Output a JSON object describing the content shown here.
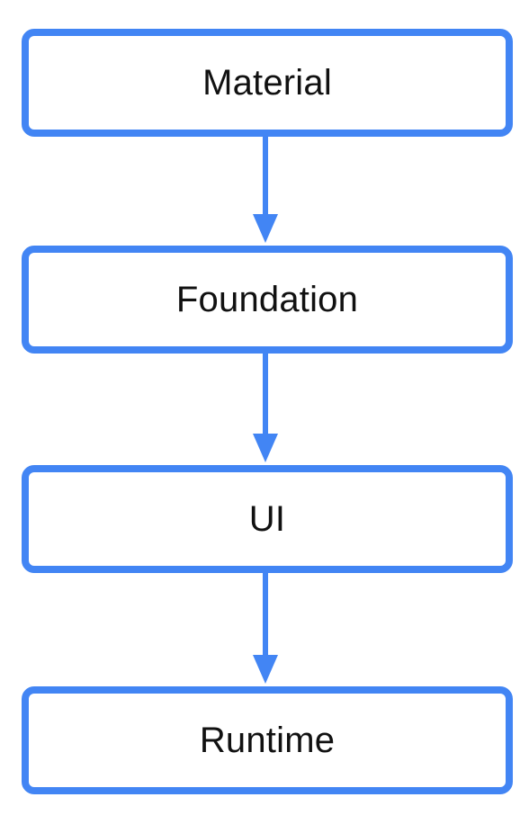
{
  "colors": {
    "accent": "#4285f4",
    "text": "#111111",
    "background": "#ffffff"
  },
  "layers": [
    {
      "label": "Material"
    },
    {
      "label": "Foundation"
    },
    {
      "label": "UI"
    },
    {
      "label": "Runtime"
    }
  ],
  "connections": [
    {
      "from": "Material",
      "to": "Foundation"
    },
    {
      "from": "Foundation",
      "to": "UI"
    },
    {
      "from": "UI",
      "to": "Runtime"
    }
  ]
}
